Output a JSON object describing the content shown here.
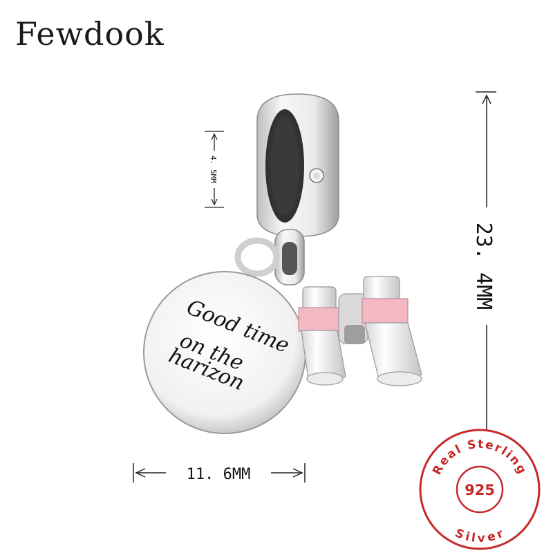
{
  "brand": {
    "name": "Fewdook"
  },
  "dimensions": {
    "height": "23. 4MM",
    "width": "11. 6MM",
    "bail": "4. 5MM"
  },
  "engraving": {
    "line1": "Good time",
    "line2": "on the",
    "line3": "harizon"
  },
  "badge": {
    "arc_top": "Real Sterling",
    "center": "925",
    "arc_bottom": "Silver",
    "color": "#c62828"
  },
  "colors": {
    "enamel_pink": "#f2b8c3",
    "silver": "#e8e8e8"
  }
}
